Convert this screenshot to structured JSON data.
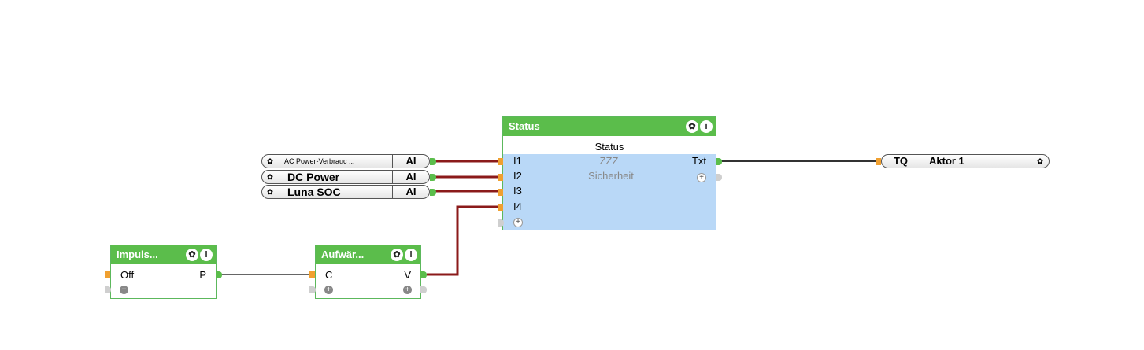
{
  "colors": {
    "block_green": "#5bbd4b",
    "body_blue": "#b9d8f7",
    "wire_red": "#8b1a1a",
    "wire_dark": "#333333"
  },
  "icons": {
    "settings": "gear-icon",
    "info": "info-icon",
    "add": "plus-icon"
  },
  "inputs": [
    {
      "name": "AC  Power-Verbrauc ...",
      "type": "AI"
    },
    {
      "name": "DC Power",
      "type": "AI"
    },
    {
      "name": "Luna SOC",
      "type": "AI"
    }
  ],
  "status_block": {
    "title": "Status",
    "subtitle": "Status",
    "inputs": [
      "I1",
      "I2",
      "I3",
      "I4"
    ],
    "output": "Txt",
    "center_lines": [
      "ZZZ",
      "Sicherheit"
    ]
  },
  "output_ref": {
    "type": "TQ",
    "name": "Aktor 1"
  },
  "impuls_block": {
    "title": "Impuls...",
    "input": "Off",
    "output": "P"
  },
  "aufwaerts_block": {
    "title": "Aufwär...",
    "input": "C",
    "output": "V"
  }
}
